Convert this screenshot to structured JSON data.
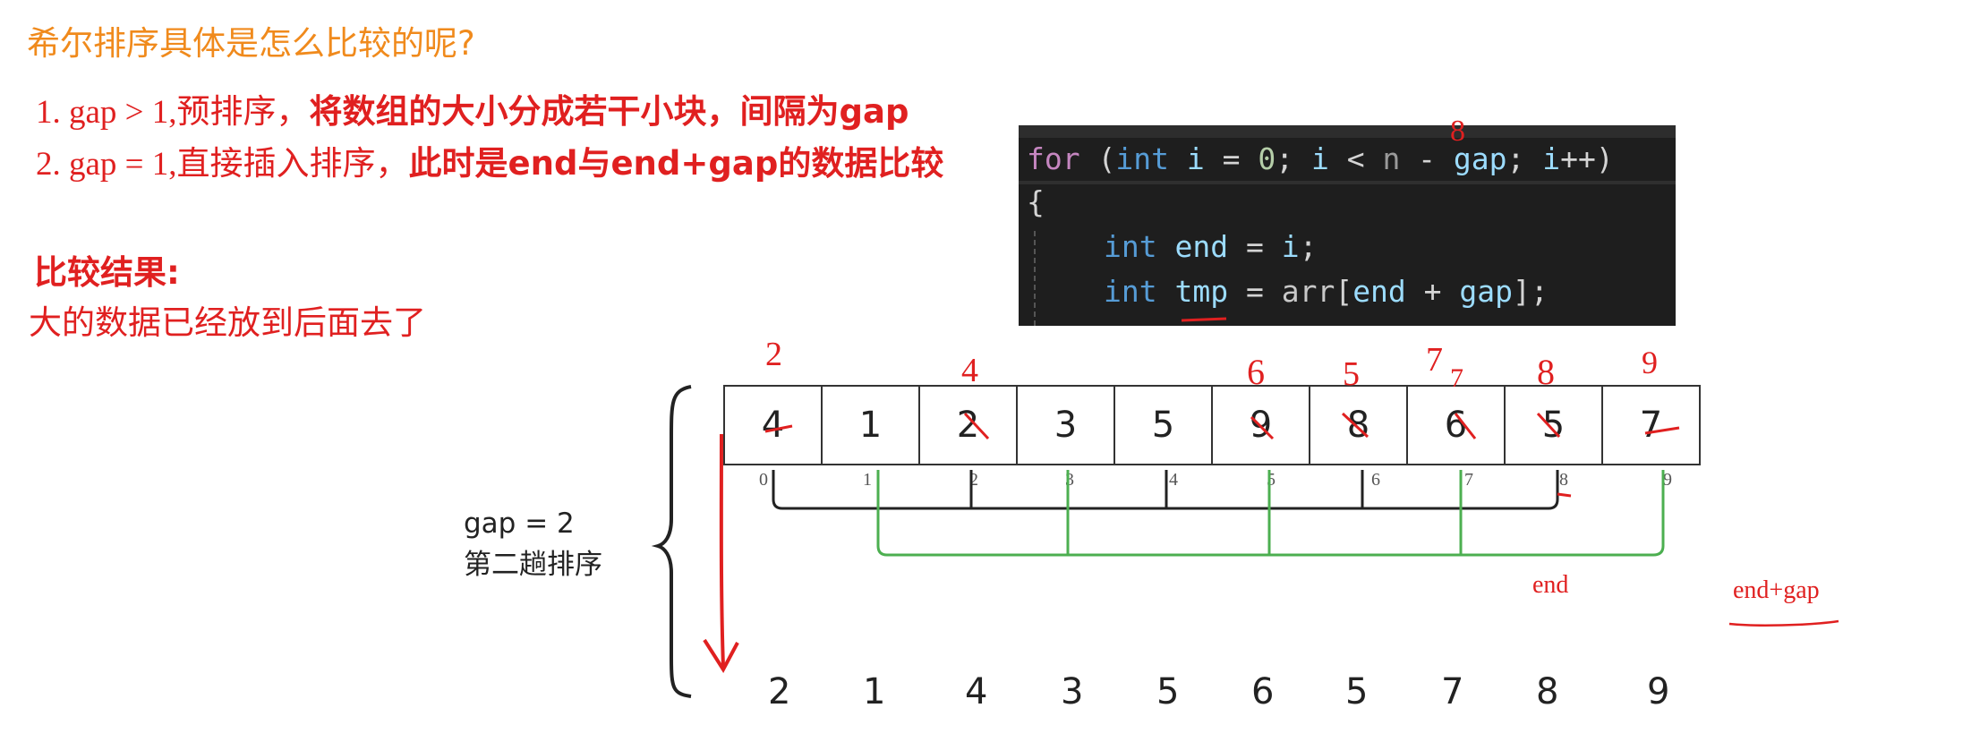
{
  "title": "希尔排序具体是怎么比较的呢?",
  "steps": [
    {
      "prefix": "1.  gap  >  1,",
      "normal": "预排序，",
      "bold": "将数组的大小分成若干小块，间隔为gap"
    },
    {
      "prefix": "2.  gap  =  1,",
      "normal": "直接插入排序，",
      "bold": "此时是end与end+gap的数据比较"
    }
  ],
  "result_heading": "比较结果:",
  "result_text": "大的数据已经放到后面去了",
  "code": {
    "line1": {
      "for": "for",
      "paren_open": " (",
      "int": "int",
      "i1": " i",
      "eq": " = ",
      "zero": "0",
      "semi1": "; ",
      "i2": "i",
      "lt": " < ",
      "n": "n",
      "minus": " - ",
      "gap": "gap",
      "semi2": "; ",
      "i3": "i",
      "inc": "++)"
    },
    "line2": "{",
    "line3": {
      "int": "int",
      "end": " end",
      "eq": " = ",
      "i": "i",
      "semi": ";"
    },
    "line4": {
      "int": "int",
      "tmp": " tmp",
      "eq": " = ",
      "arr": "arr",
      "br": "[",
      "end": "end",
      "plus": " + ",
      "gap": "gap",
      "close": "];"
    }
  },
  "array_cells": [
    "4",
    "1",
    "2",
    "3",
    "5",
    "9",
    "8",
    "6",
    "5",
    "7"
  ],
  "indices": [
    "0",
    "1",
    "2",
    "3",
    "4",
    "5",
    "6",
    "7",
    "8",
    "9"
  ],
  "handwritten_above": [
    "2",
    "4",
    "6",
    "5",
    "7",
    "7",
    "8",
    "9"
  ],
  "gap_label": {
    "line1": "gap = 2",
    "line2": "第二趟排序"
  },
  "label_end": "end",
  "label_end_gap": "end+gap",
  "code_annotation": "8",
  "result_row": [
    "2",
    "1",
    "4",
    "3",
    "5",
    "6",
    "5",
    "7",
    "8",
    "9"
  ],
  "colors": {
    "title": "#f08a1c",
    "annotation": "#e02020",
    "green_group": "#4caf50",
    "code_bg": "#1e1e1e"
  }
}
